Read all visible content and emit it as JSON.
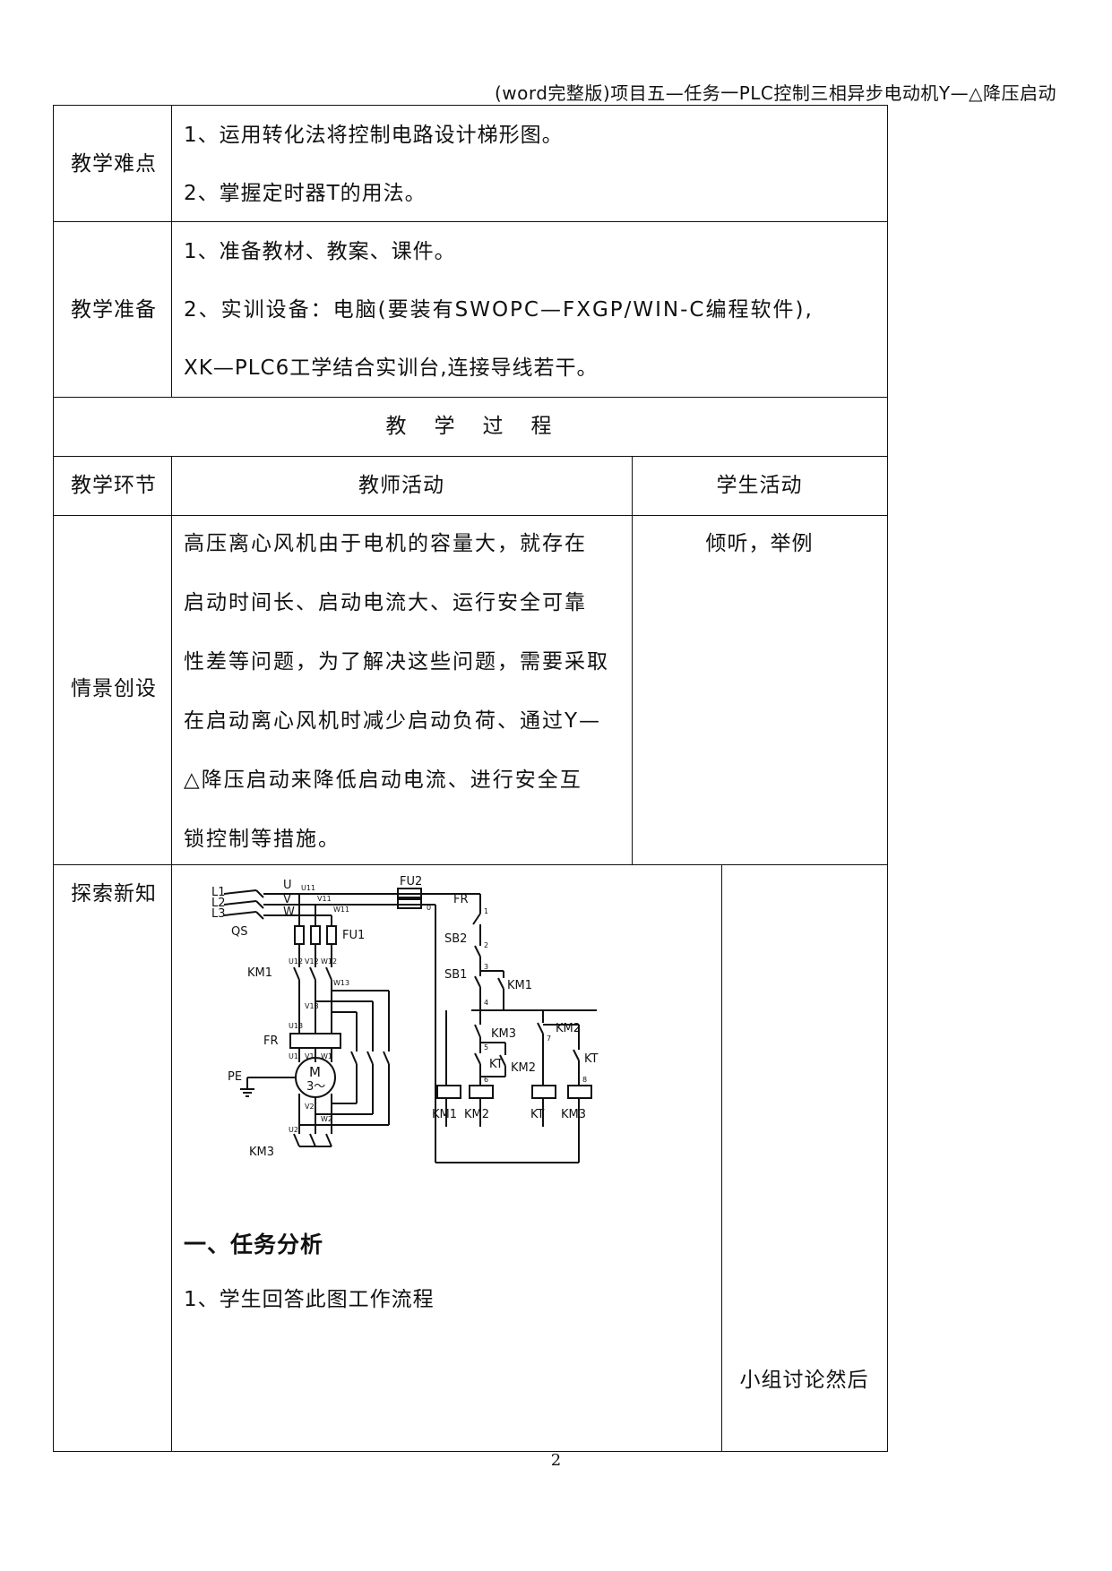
{
  "header": {
    "title": "(word完整版)项目五—任务一PLC控制三相异步电动机Y—△降压启动"
  },
  "rows": {
    "difficulty": {
      "label": "教学难点",
      "lines": [
        "1、运用转化法将控制电路设计梯形图。",
        "2、掌握定时器T的用法。"
      ]
    },
    "preparation": {
      "label": "教学准备",
      "lines": [
        "1、准备教材、教案、课件。",
        "2、实训设备：电脑(要装有SWOPC—FXGP/WIN-C编程软件),",
        "XK—PLC6工学结合实训台,连接导线若干。"
      ]
    },
    "process_title": "教　学　过　程",
    "columns": {
      "stage": "教学环节",
      "teacher": "教师活动",
      "student": "学生活动"
    },
    "scenario": {
      "label": "情景创设",
      "teacher_lines": [
        "高压离心风机由于电机的容量大，就存在",
        "启动时间长、启动电流大、运行安全可靠",
        "性差等问题，为了解决这些问题，需要采取",
        "在启动离心风机时减少启动负荷、通过Y—",
        "△降压启动来降低启动电流、进行安全互",
        "锁控制等措施。"
      ],
      "student": "倾听，举例"
    },
    "explore": {
      "label": "探索新知",
      "section_title": "一、任务分析",
      "item1": "1、学生回答此图工作流程",
      "student": "小组讨论然后"
    }
  },
  "diagram": {
    "labels": {
      "L1": "L1",
      "L2": "L2",
      "L3": "L3",
      "U": "U",
      "V": "V",
      "W": "W",
      "QS": "QS",
      "FU1": "FU1",
      "FU2": "FU2",
      "FR": "FR",
      "KM1": "KM1",
      "KM2": "KM2",
      "KM3": "KM3",
      "M": "M",
      "M3": "3～",
      "PE": "PE",
      "SB1": "SB1",
      "SB2": "SB2",
      "KT": "KT",
      "U11": "U11",
      "V11": "V11",
      "W11": "W11",
      "U12": "U12",
      "V12": "V12",
      "W12": "W12",
      "V13": "V13",
      "W13": "W13",
      "U13": "U13",
      "U1": "U1",
      "V1": "V1",
      "W1": "W1",
      "V2": "V2",
      "W2": "W2",
      "U2": "U2",
      "n0": "0",
      "n1": "1",
      "n2": "2",
      "n3": "3",
      "n4": "4",
      "n5": "5",
      "n6": "6",
      "n7": "7",
      "n8": "8"
    }
  },
  "page_number": "2"
}
